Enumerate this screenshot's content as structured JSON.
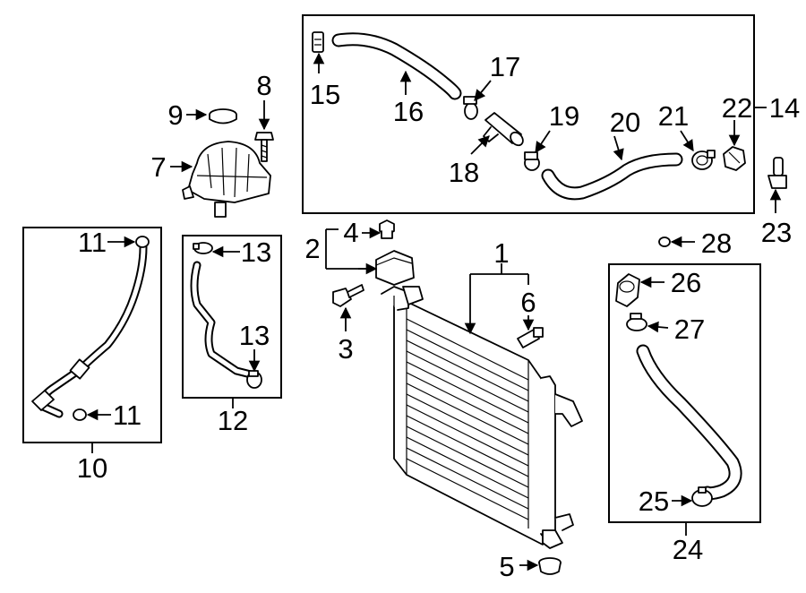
{
  "callouts": {
    "c1": "1",
    "c2": "2",
    "c3": "3",
    "c4": "4",
    "c5": "5",
    "c6": "6",
    "c7": "7",
    "c8": "8",
    "c9": "9",
    "c10": "10",
    "c11a": "11",
    "c11b": "11",
    "c12": "12",
    "c13a": "13",
    "c13b": "13",
    "c14": "14",
    "c15": "15",
    "c16": "16",
    "c17": "17",
    "c18": "18",
    "c19": "19",
    "c20": "20",
    "c21": "21",
    "c22": "22",
    "c23": "23",
    "c24": "24",
    "c25": "25",
    "c26": "26",
    "c27": "27",
    "c28": "28"
  }
}
